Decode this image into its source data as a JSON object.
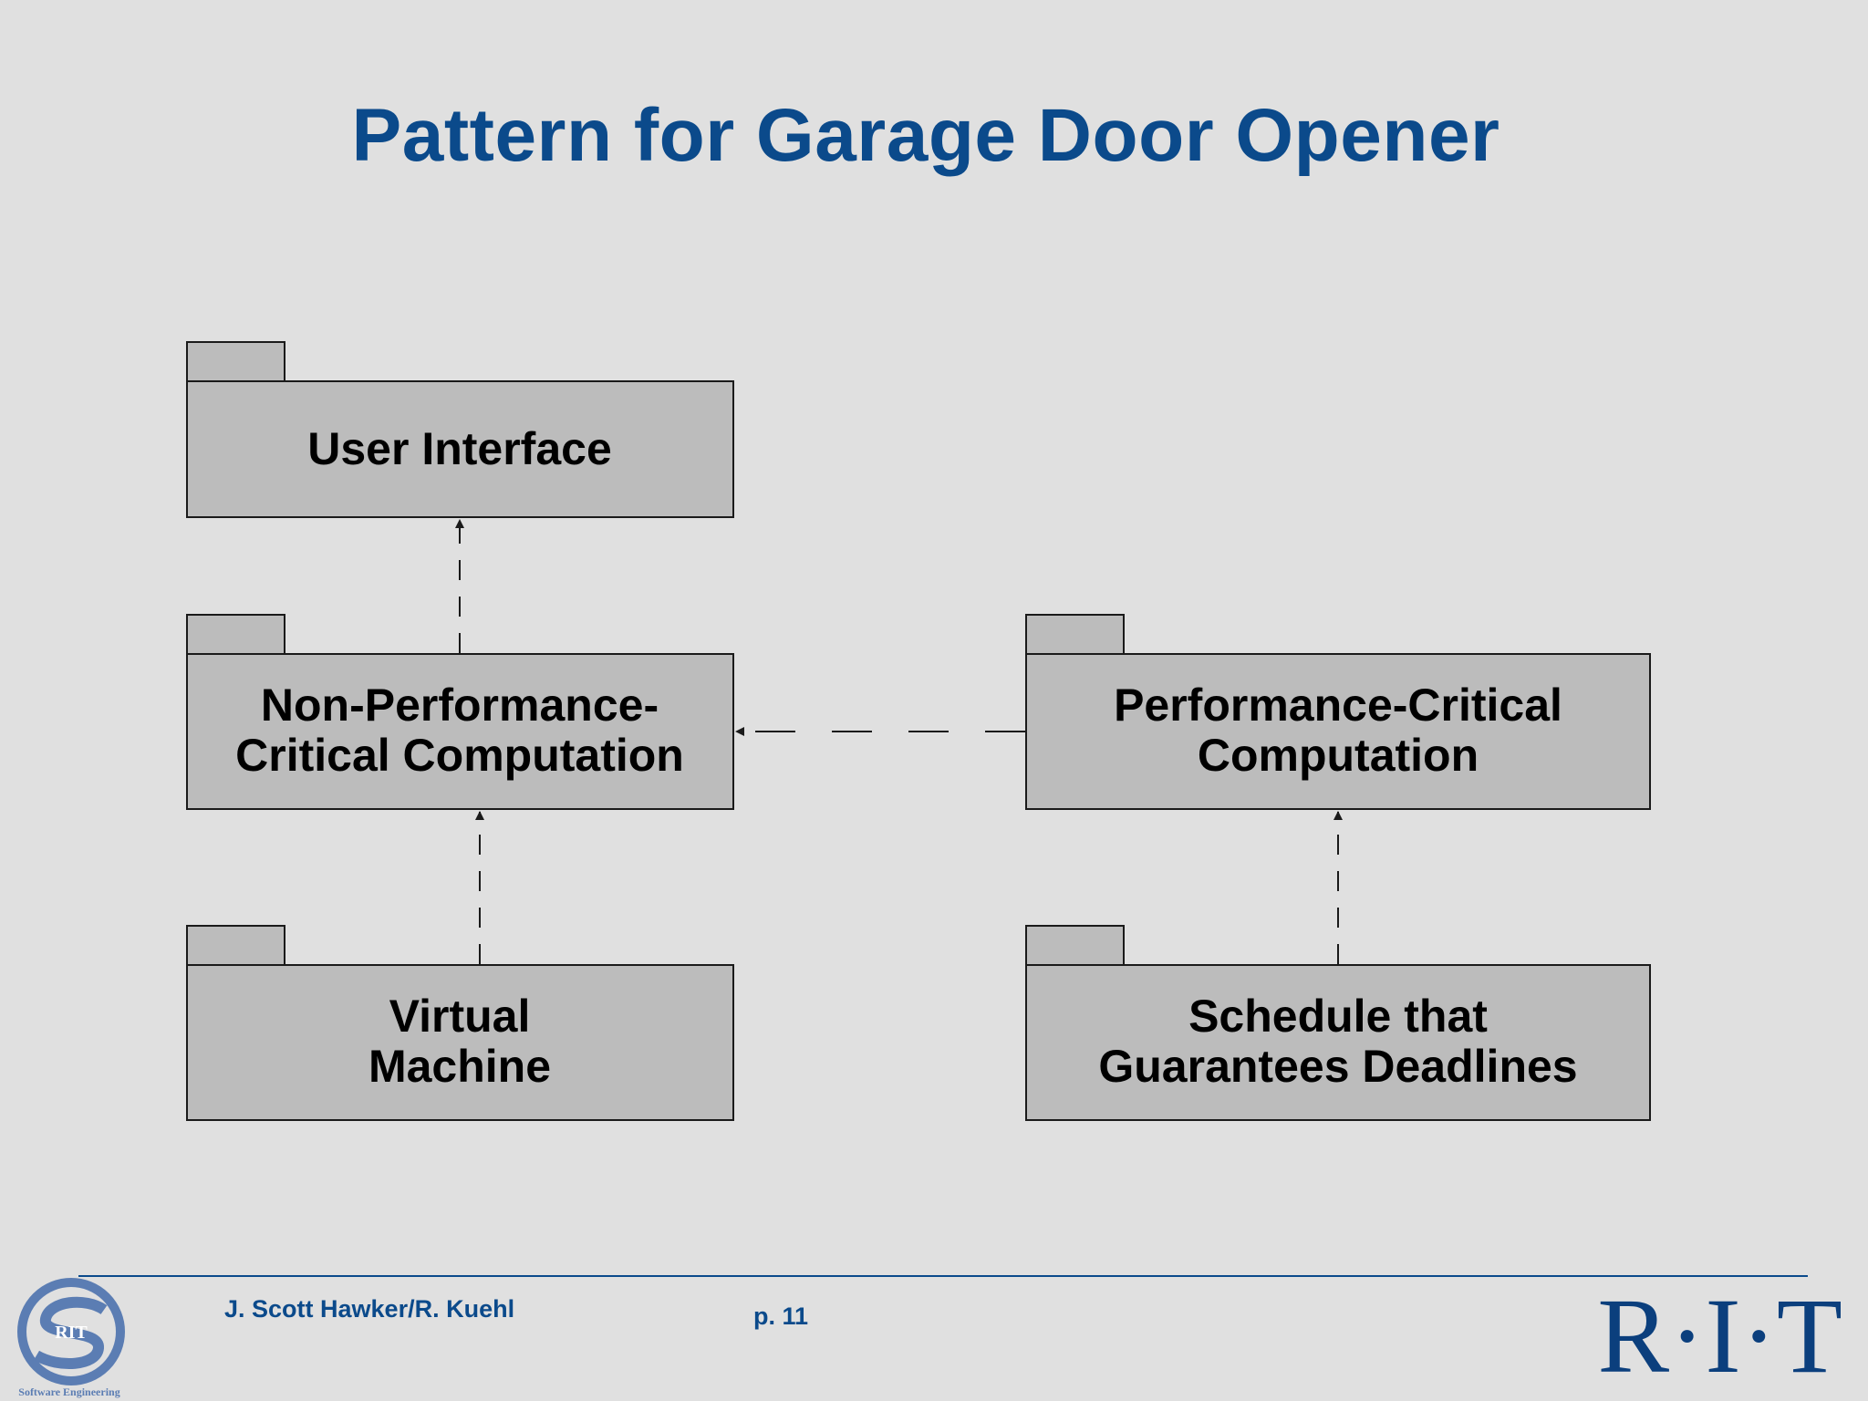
{
  "slide": {
    "title": "Pattern for Garage Door Opener"
  },
  "diagram": {
    "packages": [
      {
        "id": "user-interface",
        "lines": [
          "User Interface"
        ]
      },
      {
        "id": "non-performance-critical-computation",
        "lines": [
          "Non-Performance-",
          "Critical Computation"
        ]
      },
      {
        "id": "performance-critical-computation",
        "lines": [
          "Performance-Critical",
          "Computation"
        ]
      },
      {
        "id": "virtual-machine",
        "lines": [
          "Virtual",
          "Machine"
        ]
      },
      {
        "id": "schedule-guarantees-deadlines",
        "lines": [
          "Schedule that",
          "Guarantees Deadlines"
        ]
      }
    ],
    "dependencies": [
      {
        "from": "non-performance-critical-computation",
        "to": "user-interface",
        "style": "dashed"
      },
      {
        "from": "performance-critical-computation",
        "to": "non-performance-critical-computation",
        "style": "dashed"
      },
      {
        "from": "virtual-machine",
        "to": "non-performance-critical-computation",
        "style": "dashed"
      },
      {
        "from": "schedule-guarantees-deadlines",
        "to": "performance-critical-computation",
        "style": "dashed"
      }
    ],
    "colors": {
      "package_fill": "#bcbcbc",
      "outline": "#1a1a1a"
    }
  },
  "footer": {
    "author": "J. Scott Hawker/R. Kuehl",
    "page": "p. 11",
    "se_logo_caption": "Software Engineering",
    "se_logo_inner": "RIT",
    "rit_logo": "R·I·T"
  },
  "colors": {
    "background": "#e0e0e0",
    "accent": "#0b4a8b"
  }
}
